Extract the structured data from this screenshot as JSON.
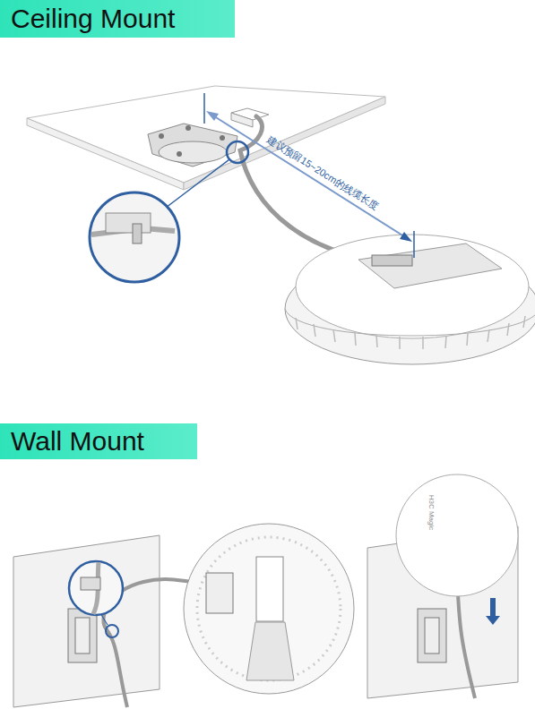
{
  "diagram": {
    "nodes": [
      {
        "text": [
          "Ceiling Mount"
        ]
      },
      {
        "text": [
          "Wall Mount"
        ]
      }
    ],
    "labels": [
      "建议预留15~20cm的线缆长度",
      "H3C Magic"
    ]
  }
}
